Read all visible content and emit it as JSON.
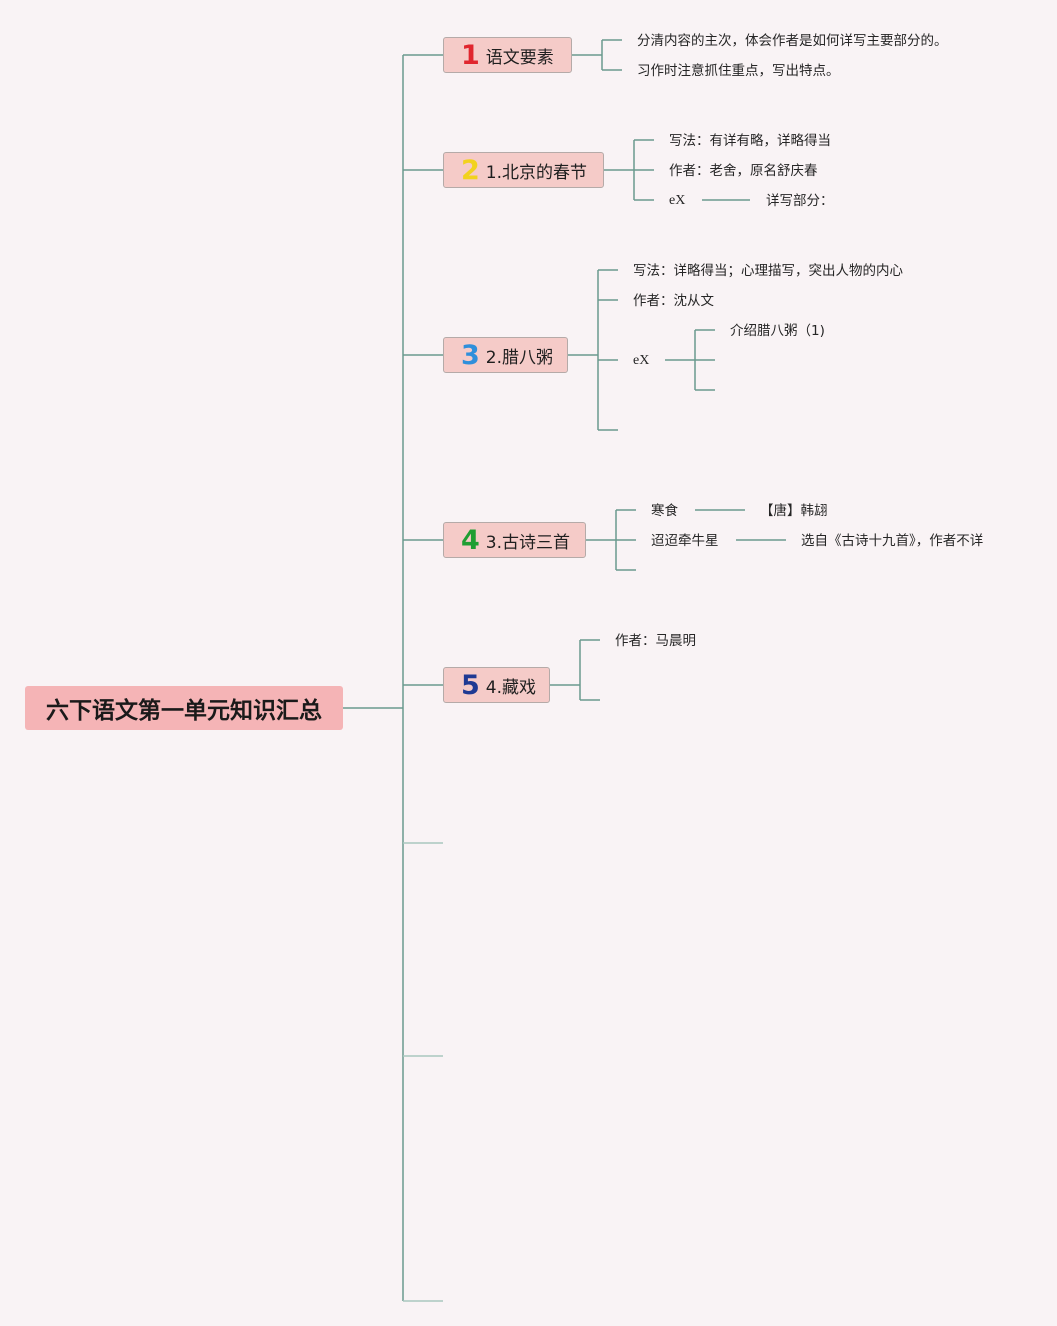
{
  "root": {
    "title": "六下语文第一单元知识汇总"
  },
  "colors": {
    "line": "#6a9a8e",
    "root_bg": "#f5b4b6",
    "topic_bg": "#f5cbc8",
    "background": "#f9f3f5"
  },
  "topics": [
    {
      "num": "1",
      "num_color": "#e0262e",
      "label": "语文要素",
      "children": [
        "分清内容的主次，体会作者是如何详写主要部分的。",
        "习作时注意抓住重点，写出特点。"
      ]
    },
    {
      "num": "2",
      "num_color": "#f2d21e",
      "label": "1.北京的春节",
      "children": [
        "写法：有详有略，详略得当",
        "作者：老舍，原名舒庆春",
        "eX"
      ],
      "grandchild": "详写部分："
    },
    {
      "num": "3",
      "num_color": "#2f8fdb",
      "label": "2.腊八粥",
      "children": [
        "写法：详略得当；心理描写，突出人物的内心",
        "作者：沈从文",
        "eX"
      ],
      "grandchild": "介绍腊八粥（1)"
    },
    {
      "num": "4",
      "num_color": "#1f9e33",
      "label": "3.古诗三首",
      "children": [
        "寒食",
        "迢迢牵牛星"
      ],
      "grandchildren": [
        "【唐】韩翃",
        "选自《古诗十九首》，作者不详"
      ]
    },
    {
      "num": "5",
      "num_color": "#1f3a93",
      "label": "4.藏戏",
      "children": [
        "作者：马晨明"
      ]
    }
  ]
}
